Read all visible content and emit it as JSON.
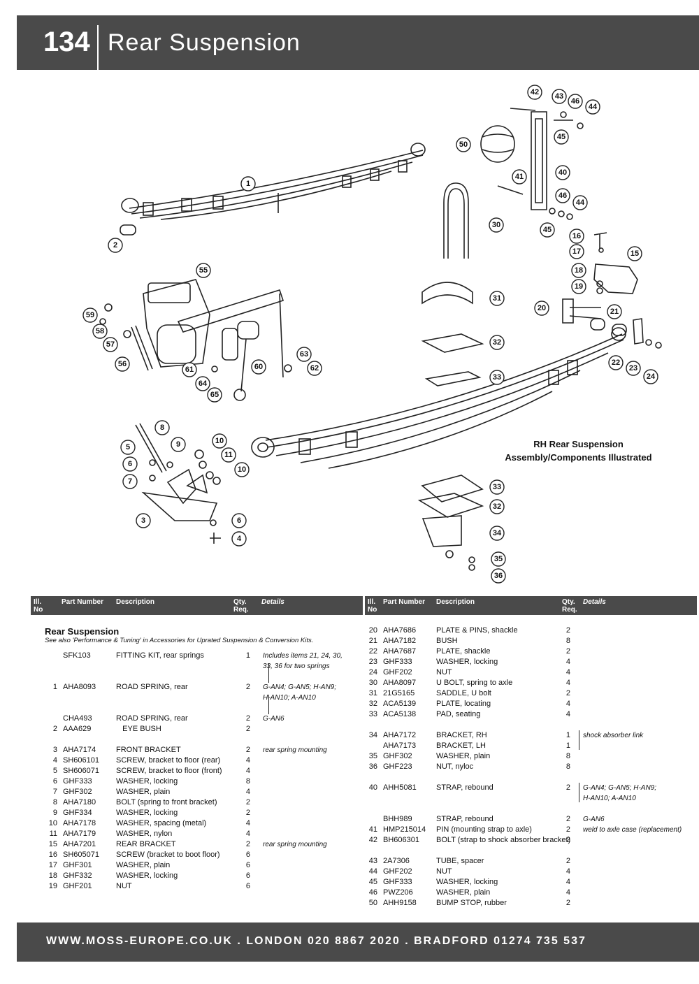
{
  "header": {
    "page_number": "134",
    "title": "Rear Suspension"
  },
  "diagram": {
    "caption_line1": "RH Rear Suspension",
    "caption_line2": "Assembly/Components Illustrated",
    "callouts": [
      "42",
      "43",
      "46",
      "44",
      "50",
      "45",
      "40",
      "41",
      "46",
      "44",
      "45",
      "1",
      "30",
      "16",
      "17",
      "15",
      "2",
      "18",
      "19",
      "55",
      "31",
      "20",
      "21",
      "59",
      "58",
      "57",
      "56",
      "61",
      "60",
      "63",
      "62",
      "64",
      "65",
      "32",
      "33",
      "22",
      "23",
      "24",
      "8",
      "5",
      "9",
      "10",
      "6",
      "11",
      "10",
      "7",
      "3",
      "6",
      "4",
      "33",
      "32",
      "34",
      "35",
      "36"
    ]
  },
  "table": {
    "headers": {
      "ill_no": "Ill. No",
      "part_number": "Part Number",
      "description": "Description",
      "qty": "Qty. Req.",
      "details": "Details"
    },
    "section_title": "Rear Suspension",
    "section_note": "See also 'Performance & Tuning' in Accessories for Uprated Suspension & Conversion Kits.",
    "left_rows": [
      {
        "no": "",
        "pn": "SFK103",
        "desc": "FITTING KIT, rear springs",
        "qty": "1",
        "det": "Includes items 21, 24, 30,"
      },
      {
        "no": "",
        "pn": "",
        "desc": "",
        "qty": "",
        "det": "33, 36 for two springs"
      },
      {
        "no": "",
        "pn": "",
        "desc": "",
        "qty": "",
        "det": ""
      },
      {
        "no": "1",
        "pn": "AHA8093",
        "desc": "ROAD SPRING, rear",
        "qty": "2",
        "det": "G-AN4; G-AN5; H-AN9;"
      },
      {
        "no": "",
        "pn": "",
        "desc": "",
        "qty": "",
        "det": "H-AN10; A-AN10"
      },
      {
        "no": "",
        "pn": "",
        "desc": "",
        "qty": "",
        "det": ""
      },
      {
        "no": "",
        "pn": "CHA493",
        "desc": "ROAD SPRING, rear",
        "qty": "2",
        "det": "G-AN6"
      },
      {
        "no": "2",
        "pn": "AAA629",
        "desc": "   EYE BUSH",
        "qty": "2",
        "det": ""
      },
      {
        "no": "",
        "pn": "",
        "desc": "",
        "qty": "",
        "det": ""
      },
      {
        "no": "3",
        "pn": "AHA7174",
        "desc": "FRONT BRACKET",
        "qty": "2",
        "det": "rear spring mounting"
      },
      {
        "no": "4",
        "pn": "SH606101",
        "desc": "SCREW, bracket to floor (rear)",
        "qty": "4",
        "det": ""
      },
      {
        "no": "5",
        "pn": "SH606071",
        "desc": "SCREW, bracket to floor (front)",
        "qty": "4",
        "det": ""
      },
      {
        "no": "6",
        "pn": "GHF333",
        "desc": "WASHER, locking",
        "qty": "8",
        "det": ""
      },
      {
        "no": "7",
        "pn": "GHF302",
        "desc": "WASHER, plain",
        "qty": "4",
        "det": ""
      },
      {
        "no": "8",
        "pn": "AHA7180",
        "desc": "BOLT (spring to front bracket)",
        "qty": "2",
        "det": ""
      },
      {
        "no": "9",
        "pn": "GHF334",
        "desc": "WASHER, locking",
        "qty": "2",
        "det": ""
      },
      {
        "no": "10",
        "pn": "AHA7178",
        "desc": "WASHER, spacing (metal)",
        "qty": "4",
        "det": ""
      },
      {
        "no": "11",
        "pn": "AHA7179",
        "desc": "WASHER, nylon",
        "qty": "4",
        "det": ""
      },
      {
        "no": "15",
        "pn": "AHA7201",
        "desc": "REAR BRACKET",
        "qty": "2",
        "det": "rear spring mounting"
      },
      {
        "no": "16",
        "pn": "SH605071",
        "desc": "SCREW (bracket to boot floor)",
        "qty": "6",
        "det": ""
      },
      {
        "no": "17",
        "pn": "GHF301",
        "desc": "WASHER, plain",
        "qty": "6",
        "det": ""
      },
      {
        "no": "18",
        "pn": "GHF332",
        "desc": "WASHER, locking",
        "qty": "6",
        "det": ""
      },
      {
        "no": "19",
        "pn": "GHF201",
        "desc": "NUT",
        "qty": "6",
        "det": ""
      }
    ],
    "right_rows": [
      {
        "no": "20",
        "pn": "AHA7686",
        "desc": "PLATE & PINS, shackle",
        "qty": "2",
        "det": ""
      },
      {
        "no": "21",
        "pn": "AHA7182",
        "desc": "BUSH",
        "qty": "8",
        "det": ""
      },
      {
        "no": "22",
        "pn": "AHA7687",
        "desc": "PLATE, shackle",
        "qty": "2",
        "det": ""
      },
      {
        "no": "23",
        "pn": "GHF333",
        "desc": "WASHER, locking",
        "qty": "4",
        "det": ""
      },
      {
        "no": "24",
        "pn": "GHF202",
        "desc": "NUT",
        "qty": "4",
        "det": ""
      },
      {
        "no": "30",
        "pn": "AHA8097",
        "desc": "U BOLT, spring to axle",
        "qty": "4",
        "det": ""
      },
      {
        "no": "31",
        "pn": "21G5165",
        "desc": "SADDLE, U bolt",
        "qty": "2",
        "det": ""
      },
      {
        "no": "32",
        "pn": "ACA5139",
        "desc": "PLATE, locating",
        "qty": "4",
        "det": ""
      },
      {
        "no": "33",
        "pn": "ACA5138",
        "desc": "PAD, seating",
        "qty": "4",
        "det": ""
      },
      {
        "no": "",
        "pn": "",
        "desc": "",
        "qty": "",
        "det": ""
      },
      {
        "no": "34",
        "pn": "AHA7172",
        "desc": "BRACKET, RH",
        "qty": "1",
        "det": "shock absorber link"
      },
      {
        "no": "",
        "pn": "AHA7173",
        "desc": "BRACKET, LH",
        "qty": "1",
        "det": ""
      },
      {
        "no": "35",
        "pn": "GHF302",
        "desc": "WASHER, plain",
        "qty": "8",
        "det": ""
      },
      {
        "no": "36",
        "pn": "GHF223",
        "desc": "NUT, nyloc",
        "qty": "8",
        "det": ""
      },
      {
        "no": "",
        "pn": "",
        "desc": "",
        "qty": "",
        "det": ""
      },
      {
        "no": "40",
        "pn": "AHH5081",
        "desc": "STRAP, rebound",
        "qty": "2",
        "det": "G-AN4; G-AN5; H-AN9;"
      },
      {
        "no": "",
        "pn": "",
        "desc": "",
        "qty": "",
        "det": "H-AN10; A-AN10"
      },
      {
        "no": "",
        "pn": "",
        "desc": "",
        "qty": "",
        "det": ""
      },
      {
        "no": "",
        "pn": "BHH989",
        "desc": "STRAP, rebound",
        "qty": "2",
        "det": "G-AN6"
      },
      {
        "no": "41",
        "pn": "HMP215014",
        "desc": "PIN (mounting strap to axle)",
        "qty": "2",
        "det": "weld to axle case (replacement)"
      },
      {
        "no": "42",
        "pn": "BH606301",
        "desc": "BOLT (strap to shock absorber bracket)",
        "qty": "2",
        "det": ""
      },
      {
        "no": "",
        "pn": "",
        "desc": "",
        "qty": "",
        "det": ""
      },
      {
        "no": "43",
        "pn": "2A7306",
        "desc": "TUBE, spacer",
        "qty": "2",
        "det": ""
      },
      {
        "no": "44",
        "pn": "GHF202",
        "desc": "NUT",
        "qty": "4",
        "det": ""
      },
      {
        "no": "45",
        "pn": "GHF333",
        "desc": "WASHER, locking",
        "qty": "4",
        "det": ""
      },
      {
        "no": "46",
        "pn": "PWZ206",
        "desc": "WASHER, plain",
        "qty": "4",
        "det": ""
      },
      {
        "no": "50",
        "pn": "AHH9158",
        "desc": "BUMP STOP, rubber",
        "qty": "2",
        "det": ""
      }
    ]
  },
  "footer": {
    "text": "WWW.MOSS-EUROPE.CO.UK . LONDON 020 8867 2020 . BRADFORD 01274 735 537"
  }
}
